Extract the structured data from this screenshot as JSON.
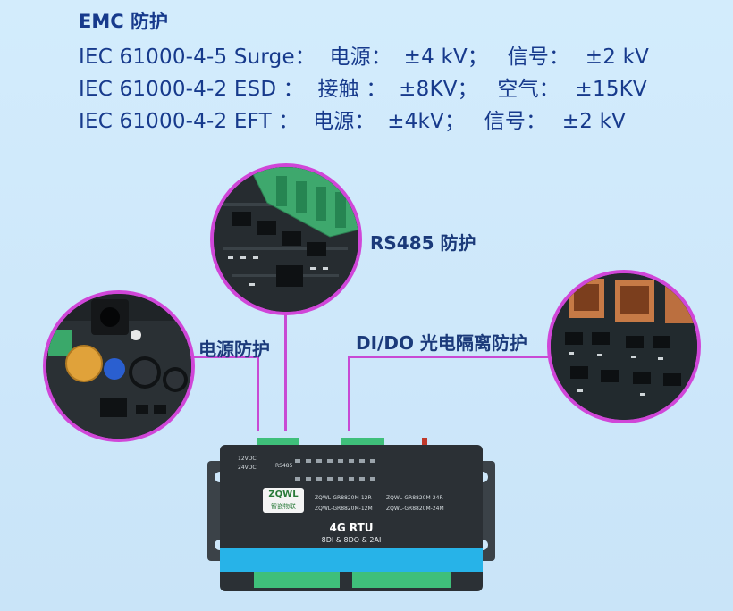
{
  "specs": {
    "title": "EMC  防护",
    "rows": [
      {
        "standard": "IEC 61000-4-5 Surge：",
        "a": "电源：",
        "a_val": "±4 kV；",
        "b": "信号：",
        "b_val": "±2 kV"
      },
      {
        "standard": "IEC 61000-4-2 ESD  ：",
        "a": "接触 ：",
        "a_val": "±8KV；",
        "b": "空气：",
        "b_val": "±15KV"
      },
      {
        "standard": "IEC 61000-4-2 EFT  ：",
        "a": "电源：",
        "a_val": "±4kV；",
        "b": "信号：",
        "b_val": "±2 kV"
      }
    ]
  },
  "callouts": {
    "rs485": "RS485 防护",
    "power": "电源防护",
    "dido": "DI/DO 光电隔离防护"
  },
  "device": {
    "brand": "ZQWL",
    "brand_sub": "智嵌物联",
    "model": "4G RTU",
    "io": "8DI & 8DO & 2AI",
    "variants": [
      "ZQWL-GR8820M-12R",
      "ZQWL-GR8820M-24R",
      "ZQWL-GR8820M-12M",
      "ZQWL-GR8820M-24M"
    ],
    "voltage_labels": [
      "12VDC",
      "24VDC"
    ],
    "port_label": "RS485"
  },
  "colors": {
    "text": "#173a8c",
    "highlight": "#d046d8",
    "terminal": "#3fbf7a",
    "device_body": "#2b3035",
    "device_stripe": "#27b3e8"
  }
}
